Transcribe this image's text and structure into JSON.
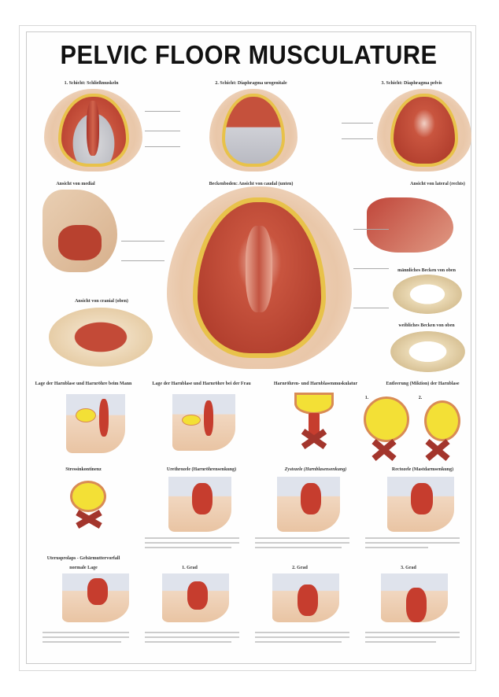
{
  "poster": {
    "title": "PELVIC FLOOR MUSCULATURE",
    "row1": [
      "1. Schicht: Schließmuskeln",
      "2. Schicht: Diaphragma urogenitale",
      "3. Schicht: Diaphragma pelvis"
    ],
    "row2": {
      "medial": "Ansicht von medial",
      "caudal": "Beckenboden: Ansicht von caudal (unten)",
      "lateral": "Ansicht von lateral (rechts)",
      "cranial": "Ansicht von cranial (oben)",
      "male_pelvis": "männliches Becken von oben",
      "female_pelvis": "weibliches Becken von oben"
    },
    "row3": [
      "Lage der Harnblase und Harnröhre beim Mann",
      "Lage der Harnblase und Harnröhre bei der Frau",
      "Harnröhren- und Harnblasenmuskulatur",
      "Entleerung (Miktion) der Harnblase"
    ],
    "row3_marks": [
      "1.",
      "2."
    ],
    "row4": [
      "Stressinkontinenz",
      "Urethrozele (Harnröhrensenkung)",
      "Zystozele (Harnblasensenkung)",
      "Rectozele (Mastdarmsenkung)"
    ],
    "row5_title": "Uterusprolaps - Gebärmuttervorfall",
    "row5": [
      "normale Lage",
      "1. Grad",
      "2. Grad",
      "3. Grad"
    ]
  }
}
